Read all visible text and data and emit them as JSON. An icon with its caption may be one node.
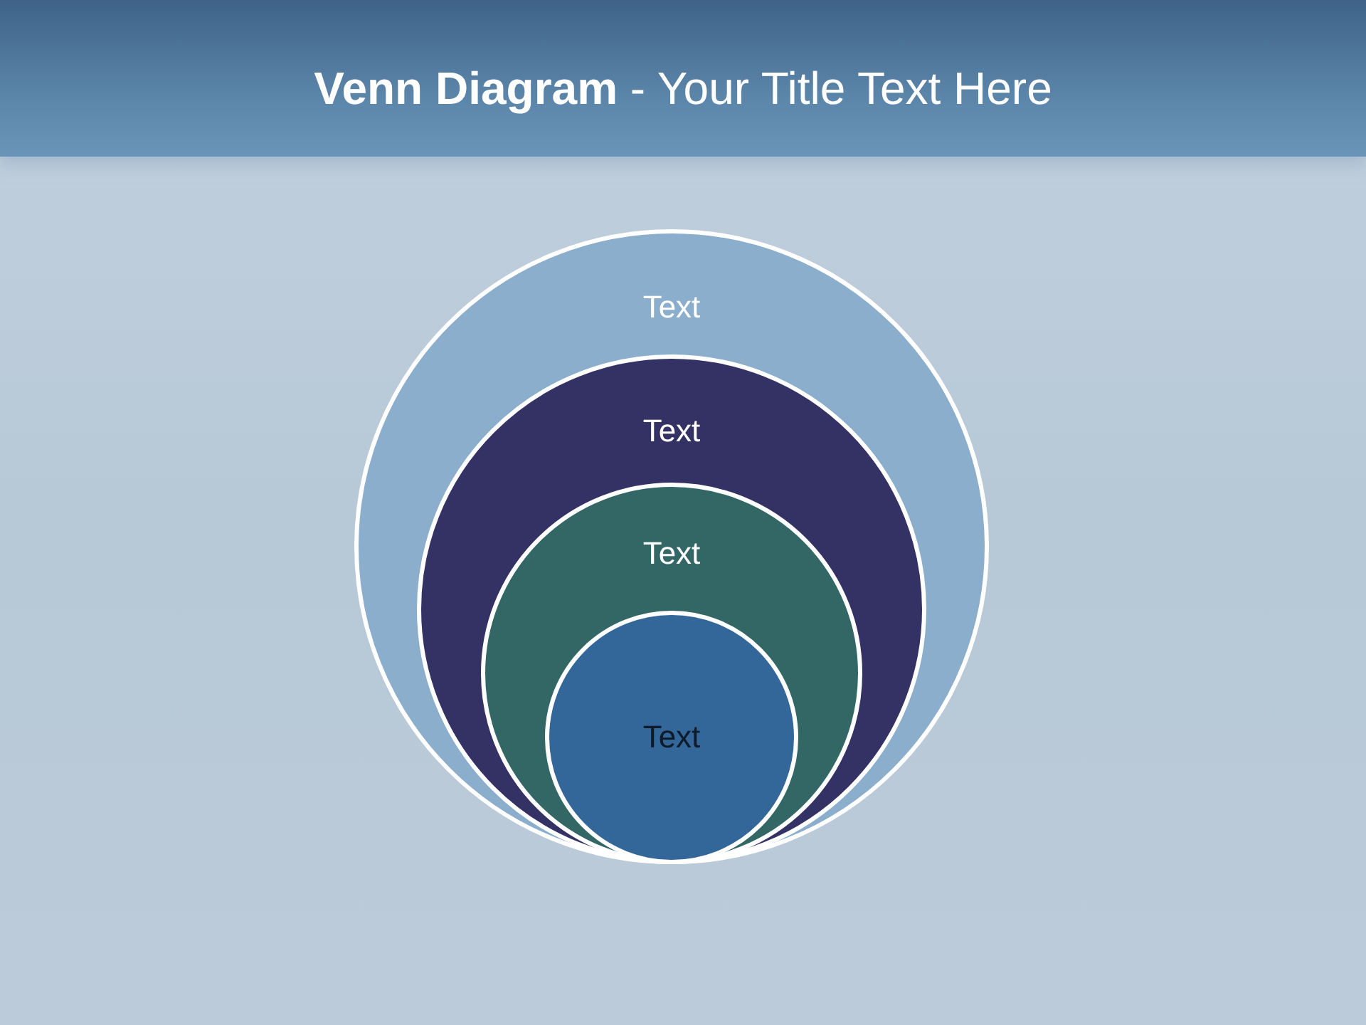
{
  "diagram": {
    "title": "**Venn Diagram** - Your Title Text Here",
    "nodes": [
      {
        "text": [
          "Text"
        ]
      },
      {
        "text": [
          "Text"
        ],
        "in": 0
      },
      {
        "text": [
          "Text"
        ],
        "in": 1
      },
      {
        "text": [
          "Text"
        ],
        "in": 2
      }
    ]
  }
}
